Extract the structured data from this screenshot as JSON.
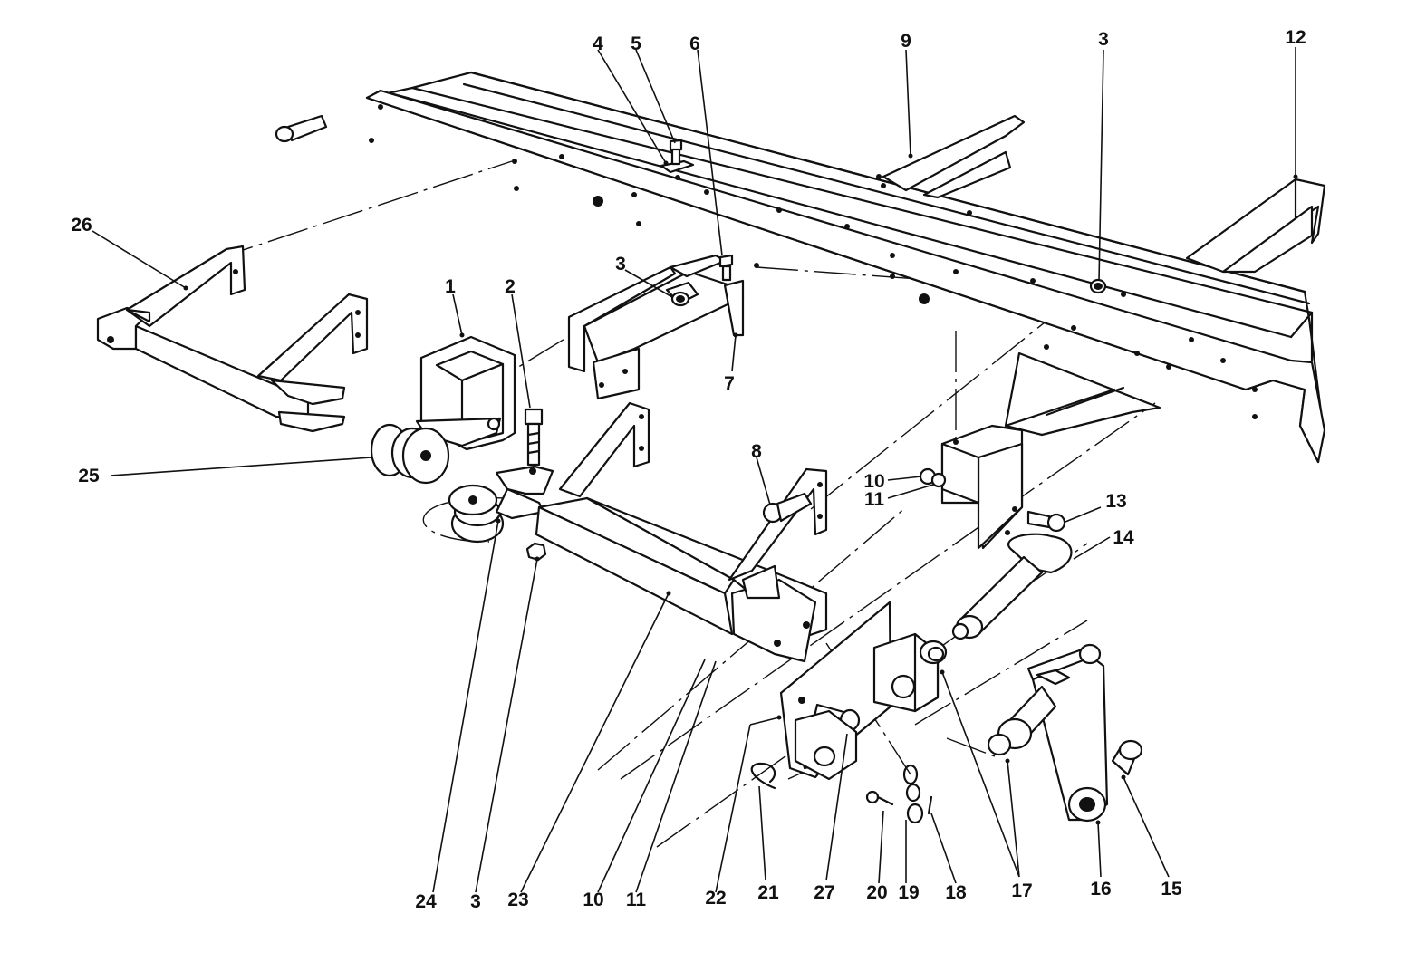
{
  "diagram": {
    "callouts": [
      {
        "id": "c-4",
        "text": "4"
      },
      {
        "id": "c-5",
        "text": "5"
      },
      {
        "id": "c-6",
        "text": "6"
      },
      {
        "id": "c-9",
        "text": "9"
      },
      {
        "id": "c-3a",
        "text": "3"
      },
      {
        "id": "c-12",
        "text": "12"
      },
      {
        "id": "c-26",
        "text": "26"
      },
      {
        "id": "c-1",
        "text": "1"
      },
      {
        "id": "c-2",
        "text": "2"
      },
      {
        "id": "c-3b",
        "text": "3"
      },
      {
        "id": "c-7",
        "text": "7"
      },
      {
        "id": "c-8",
        "text": "8"
      },
      {
        "id": "c-10a",
        "text": "10"
      },
      {
        "id": "c-11a",
        "text": "11"
      },
      {
        "id": "c-13",
        "text": "13"
      },
      {
        "id": "c-14",
        "text": "14"
      },
      {
        "id": "c-25",
        "text": "25"
      },
      {
        "id": "c-24",
        "text": "24"
      },
      {
        "id": "c-3c",
        "text": "3"
      },
      {
        "id": "c-23",
        "text": "23"
      },
      {
        "id": "c-10b",
        "text": "10"
      },
      {
        "id": "c-11b",
        "text": "11"
      },
      {
        "id": "c-22",
        "text": "22"
      },
      {
        "id": "c-21",
        "text": "21"
      },
      {
        "id": "c-27",
        "text": "27"
      },
      {
        "id": "c-20",
        "text": "20"
      },
      {
        "id": "c-19",
        "text": "19"
      },
      {
        "id": "c-18",
        "text": "18"
      },
      {
        "id": "c-17",
        "text": "17"
      },
      {
        "id": "c-16",
        "text": "16"
      },
      {
        "id": "c-15",
        "text": "15"
      }
    ]
  }
}
